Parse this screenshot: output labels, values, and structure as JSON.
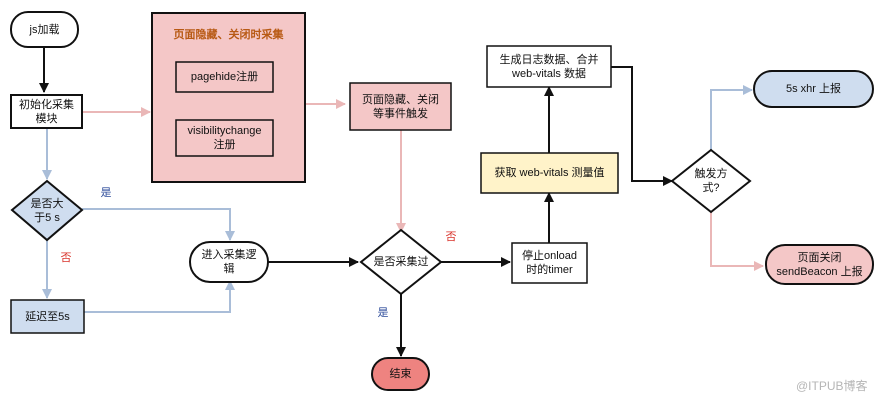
{
  "colors": {
    "stroke": "#111111",
    "arrow_black": "#111111",
    "arrow_blue": "#a9bdd8",
    "arrow_pink": "#eab7b7",
    "fill_white": "#ffffff",
    "fill_pink": "#f4c7c7",
    "fill_blue": "#cfddef",
    "fill_yellow": "#fff3c9",
    "fill_red": "#ee8380",
    "group_title": "#b85a14"
  },
  "nodes": {
    "js_load": "js加载",
    "init_module": "初始化采集\n模块",
    "group_title": "页面隐藏、关闭时采集",
    "pagehide": "pagehide注册",
    "visibilitychange": "visibilitychange\n注册",
    "hide_trigger": "页面隐藏、关闭\n等事件触发",
    "over_5s": "是否大\n于5 s",
    "delay_5s": "延迟至5s",
    "enter_logic": "进入采集逻\n辑",
    "collected": "是否采集过",
    "end": "结束",
    "stop_onload": "停止onload\n时的timer",
    "get_vitals": "获取 web-vitals 测量值",
    "gen_log": "生成日志数据、合并\nweb-vitals 数据",
    "trigger_mode": "触发方\n式?",
    "xhr_report": "5s xhr 上报",
    "beacon_report": "页面关闭\nsendBeacon 上报"
  },
  "labels": {
    "yes_1": "是",
    "no_1": "否",
    "no_2": "否",
    "yes_2": "是"
  },
  "watermark": "@ITPUB博客"
}
